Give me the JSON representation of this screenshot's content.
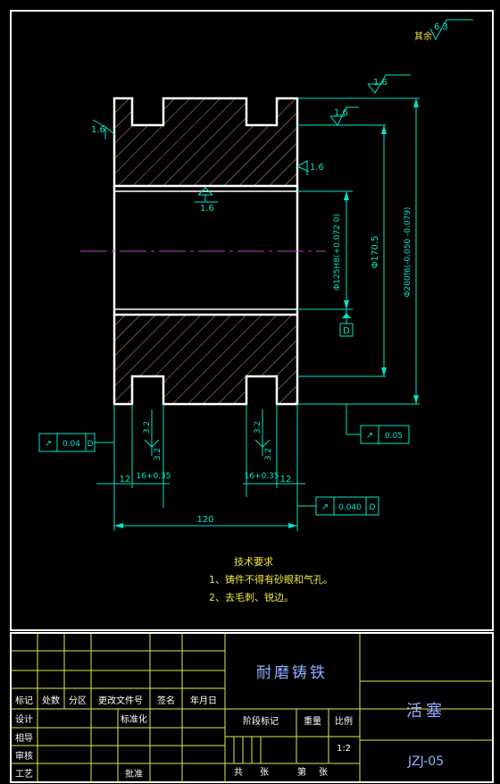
{
  "roughness": {
    "general_label": "其余",
    "general_value": "6.3",
    "top_right": "1.6",
    "top_right_inner": "1.6",
    "left_top": "1.6",
    "right_mid": "1.6",
    "bore": "1.6",
    "groove_left_a": "3.2",
    "groove_left_b": "3.2",
    "groove_right_a": "3.2",
    "groove_right_b": "3.2"
  },
  "dimensions": {
    "bore_dia": "Φ125H8(+0.072 0)",
    "inner_dia": "Φ170.5",
    "outer_dia": "Φ200f6(-0.050 -0.079)",
    "groove_left_offset": "12",
    "groove_left_width": "16+0.35",
    "groove_right_width": "16+0.35",
    "groove_right_offset": "12",
    "total_width": "120",
    "datum": "D"
  },
  "tolerances": {
    "left": {
      "symbol": "↗",
      "value": "0.04",
      "datum": "D"
    },
    "right": {
      "symbol": "↗",
      "value": "0.05"
    },
    "bottom": {
      "symbol": "↗",
      "value": "0.040",
      "datum": "D"
    }
  },
  "tech_requirements": {
    "title": "技术要求",
    "items": [
      "1、铸件不得有砂眼和气孔。",
      "2、去毛刺、锐边。"
    ]
  },
  "title_block": {
    "material": "耐磨铸铁",
    "part_name": "活塞",
    "drawing_no": "JZJ-05",
    "scale": "1:2",
    "headers": [
      "标记",
      "处数",
      "分区",
      "更改文件号",
      "签名",
      "年月日"
    ],
    "design": "设计",
    "standard": "标准化",
    "checker": "相导",
    "review": "审核",
    "process": "工艺",
    "approve": "批准",
    "stage_mark": "阶段标记",
    "weight": "重量",
    "ratio": "比例",
    "total": "共",
    "sheets": "张",
    "sheet_no": "第",
    "sheet": "张"
  }
}
